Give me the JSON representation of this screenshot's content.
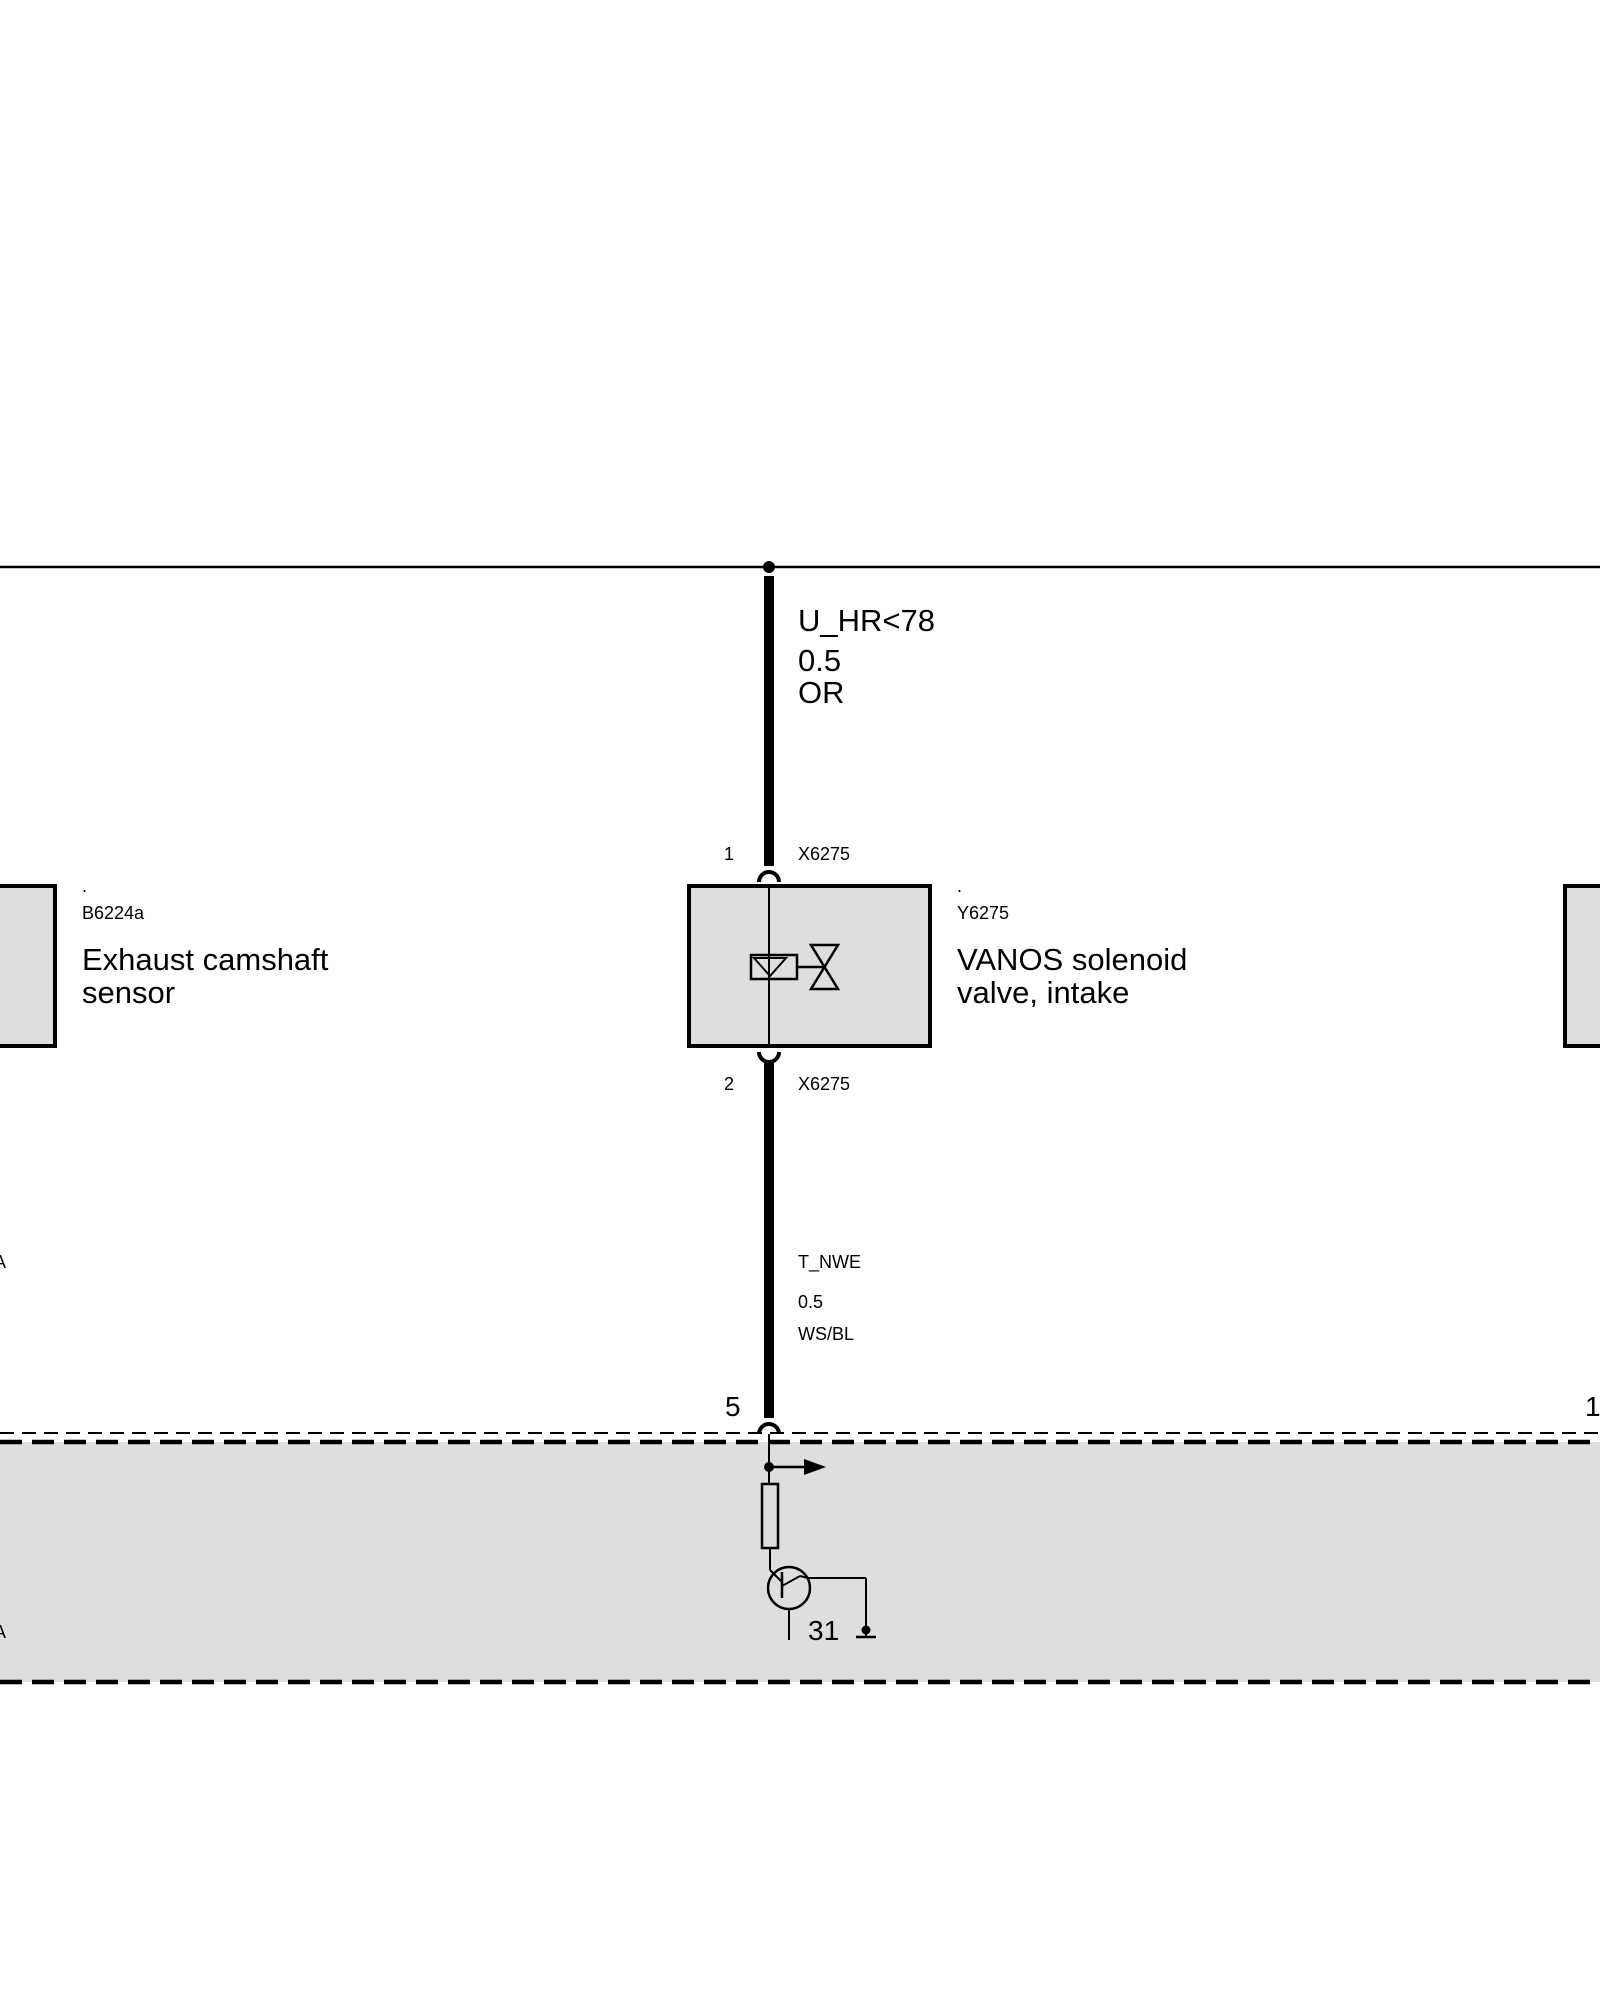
{
  "components": {
    "left": {
      "code": "B6224a",
      "dot": ".",
      "name_line1": "Exhaust camshaft",
      "name_line2": "sensor"
    },
    "center": {
      "code": "Y6275",
      "dot": ".",
      "name_line1": "VANOS solenoid",
      "name_line2": "valve, intake"
    }
  },
  "wire_top": {
    "signal": "U_HR<78",
    "gauge": "0.5",
    "color": "OR"
  },
  "wire_bottom": {
    "signal": "T_NWE",
    "gauge": "0.5",
    "color": "WS/BL"
  },
  "connector_top": {
    "pin": "1",
    "id": "X6275"
  },
  "connector_bottom": {
    "pin": "2",
    "id": "X6275"
  },
  "control_unit": {
    "pin_center": "5",
    "pin_right_partial": "1",
    "ground_label": "31",
    "fill_color": "#dedede"
  },
  "box_fill_color": "#dedede"
}
